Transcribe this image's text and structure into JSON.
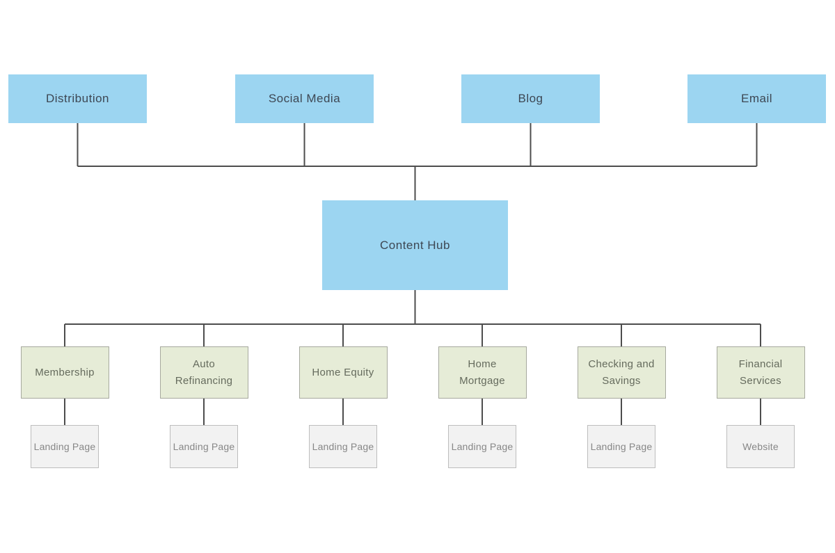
{
  "palette": {
    "background": "#ffffff",
    "channel_fill": "#9cd5f1",
    "channel_text": "#3d4753",
    "category_fill": "#e6ecd7",
    "category_border": "#a6a99e",
    "category_text": "#656b5d",
    "child_fill": "#f2f2f2",
    "child_border": "#bdbdbd",
    "child_text": "#878787",
    "line_color": "#4d4d4d"
  },
  "hub": {
    "label": "Content Hub"
  },
  "channels": [
    {
      "label": "Distribution"
    },
    {
      "label": "Social Media"
    },
    {
      "label": "Blog"
    },
    {
      "label": "Email"
    }
  ],
  "categories": [
    {
      "label": "Membership",
      "child": "Landing Page"
    },
    {
      "label": "Auto Refinancing",
      "child": "Landing Page"
    },
    {
      "label": "Home Equity",
      "child": "Landing Page"
    },
    {
      "label": "Home Mortgage",
      "child": "Landing Page"
    },
    {
      "label": "Checking and Savings",
      "child": "Landing Page"
    },
    {
      "label": "Financial Services",
      "child": "Website"
    }
  ]
}
